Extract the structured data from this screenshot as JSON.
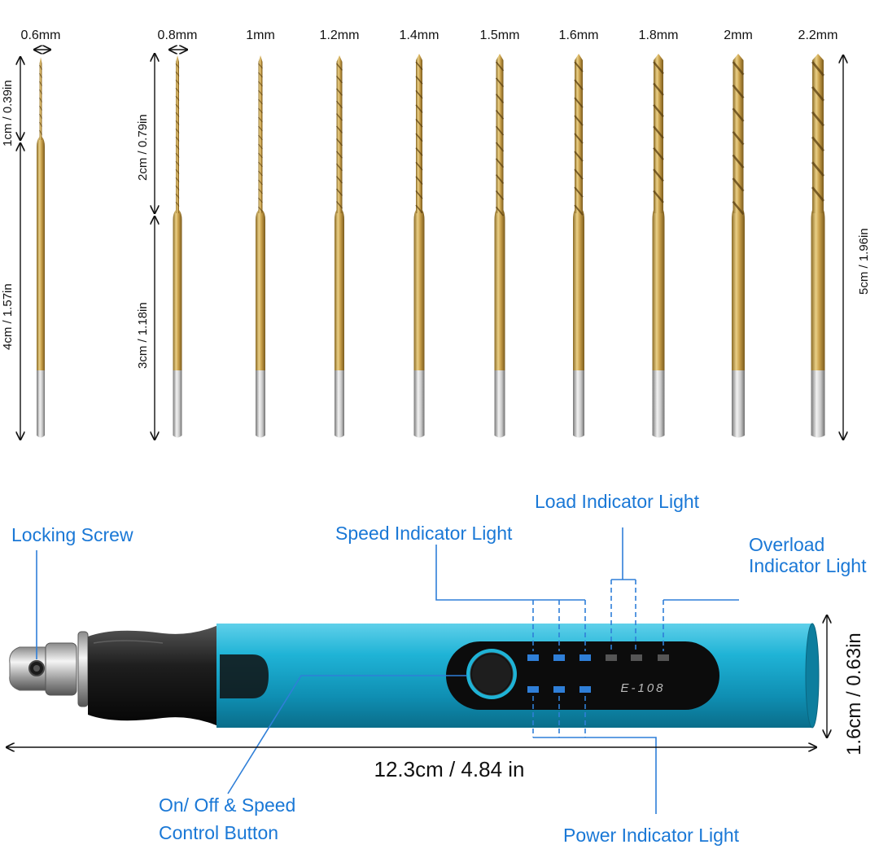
{
  "drill_bits": {
    "sizes": [
      "0.6mm",
      "0.8mm",
      "1mm",
      "1.2mm",
      "1.4mm",
      "1.5mm",
      "1.6mm",
      "1.8mm",
      "2mm",
      "2.2mm"
    ],
    "dims": {
      "bit06_tip": "1cm / 0.39in",
      "bit06_shank": "4cm / 1.57in",
      "bit08_tip": "2cm / 0.79in",
      "bit08_shank": "3cm / 1.18in",
      "total_length": "5cm / 1.96in"
    }
  },
  "tool": {
    "model": "E-108",
    "length": "12.3cm / 4.84 in",
    "diameter": "1.6cm / 0.63in",
    "callouts": {
      "locking_screw": "Locking Screw",
      "speed_indicator": "Speed Indicator Light",
      "load_indicator": "Load Indicator Light",
      "overload_line1": "Overload",
      "overload_line2": "Indicator Light",
      "onoff_line1": "On/ Off & Speed",
      "onoff_line2": "Control Button",
      "power_indicator": "Power Indicator Light"
    }
  },
  "colors": {
    "callout_blue": "#1a78d6",
    "body_teal": "#1aa7c9",
    "gold": "#c9a04a",
    "silver": "#b8b8b8",
    "dashed_blue": "#2f7fd8"
  }
}
